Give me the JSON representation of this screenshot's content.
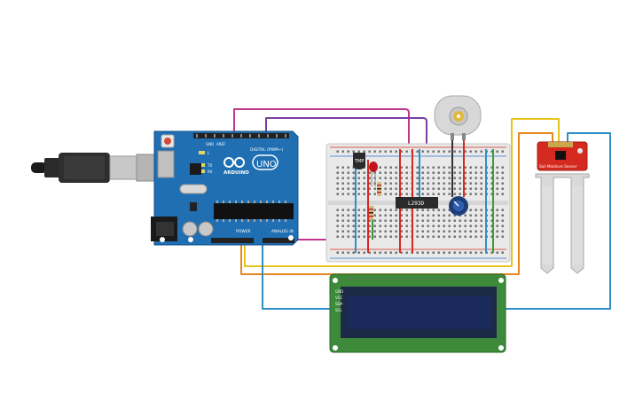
{
  "arduino": {
    "logo": "ARDUINO",
    "model": "UNO",
    "digital_header": "DIGITAL (PWM~)",
    "power_header": "POWER",
    "analog_header": "ANALOG IN",
    "led_l": "L",
    "led_tx": "TX",
    "led_rx": "RX",
    "pin_aref": "AREF",
    "pin_gnd": "GND"
  },
  "breadboard": {
    "chip_label": "L293D"
  },
  "temp_sensor": {
    "label": "TMP"
  },
  "soil_sensor": {
    "title": "Soil Moisture Sensor"
  },
  "lcd": {
    "pins": [
      "GND",
      "VCC",
      "SDA",
      "SCL"
    ]
  },
  "colors": {
    "arduino_board": "#1f6fb2",
    "breadboard": "#e9e9e9",
    "lcd_pcb": "#3c8a3a",
    "lcd_screen": "#1a2a5a",
    "soil_pcb": "#d42a1f",
    "wire_magenta": "#c2378d",
    "wire_purple": "#7a3fa0",
    "wire_orange": "#e8871e",
    "wire_yellow": "#e8c21e",
    "wire_blue": "#2f8fc9",
    "wire_red": "#d42a1f",
    "wire_black": "#333333"
  }
}
